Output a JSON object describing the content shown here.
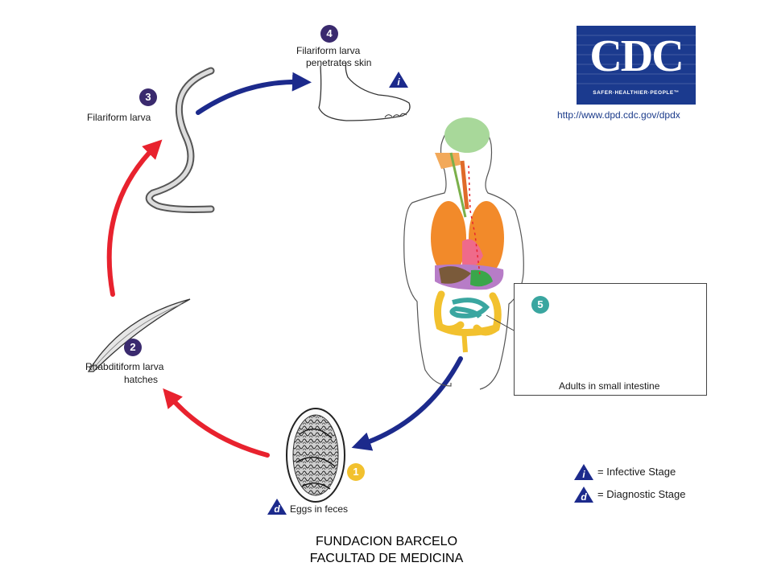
{
  "stages": {
    "s1": {
      "number": "1",
      "label": "Eggs in feces",
      "marker": "d"
    },
    "s2": {
      "number": "2",
      "label_line1": "Rhabditiform larva",
      "label_line2": "hatches"
    },
    "s3": {
      "number": "3",
      "label": "Filariform larva"
    },
    "s4": {
      "number": "4",
      "label_line1": "Filariform larva",
      "label_line2": "penetrates skin",
      "marker": "i"
    },
    "s5": {
      "number": "5",
      "label": "Adults in small intestine"
    }
  },
  "logo": {
    "text": "CDC",
    "tagline": "SAFER·HEALTHIER·PEOPLE™",
    "url": "http://www.dpd.cdc.gov/dpdx"
  },
  "legend": {
    "infective": {
      "marker": "i",
      "label": "= Infective Stage"
    },
    "diagnostic": {
      "marker": "d",
      "label": "= Diagnostic Stage"
    }
  },
  "footer": {
    "line1": "FUNDACION BARCELO",
    "line2": "FACULTAD DE MEDICINA"
  },
  "colors": {
    "badge_purple": "#3a2a6e",
    "badge_yellow": "#f2c12e",
    "badge_teal": "#3aa6a0",
    "arrow_red": "#e8222e",
    "arrow_blue": "#1c2a8c",
    "marker_blue": "#1c2a8c",
    "logo_blue": "#1b3a8e"
  }
}
